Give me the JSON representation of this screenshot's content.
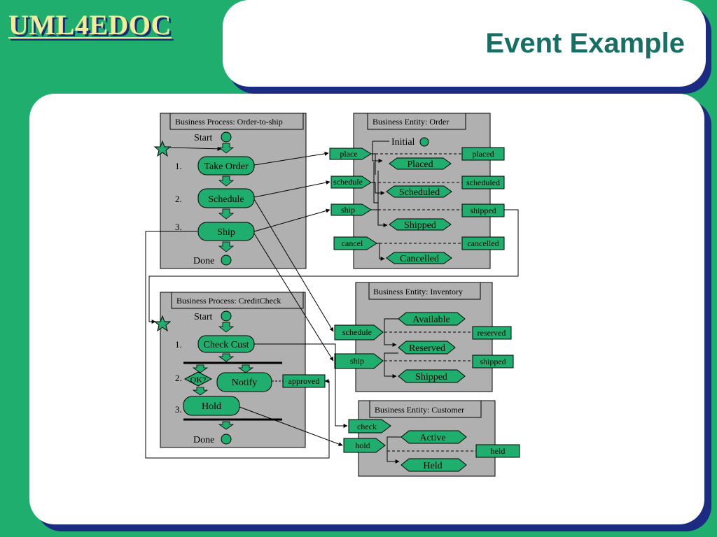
{
  "slide": {
    "logo": "UML4EDOC",
    "title": "Event Example"
  },
  "diagram": {
    "order_to_ship": {
      "title": "Business Process: Order-to-ship",
      "start": "Start",
      "done": "Done",
      "step1_num": "1.",
      "step2_num": "2.",
      "step3_num": "3.",
      "take_order": "Take Order",
      "schedule": "Schedule",
      "ship": "Ship"
    },
    "order": {
      "title": "Business Entity: Order",
      "initial": "Initial",
      "in_place": "place",
      "in_schedule": "schedule",
      "in_ship": "ship",
      "in_cancel": "cancel",
      "state_placed": "Placed",
      "state_scheduled": "Scheduled",
      "state_shipped": "Shipped",
      "state_cancelled": "Cancelled",
      "out_placed": "placed",
      "out_scheduled": "scheduled",
      "out_shipped": "shipped",
      "out_cancelled": "cancelled"
    },
    "credit_check": {
      "title": "Business Process: CreditCheck",
      "start": "Start",
      "done": "Done",
      "step1_num": "1.",
      "step2_num": "2.",
      "step3_num": "3.",
      "check_cust": "Check Cust",
      "ok": "OK?",
      "notify": "Notify",
      "hold": "Hold",
      "approved": "approved"
    },
    "inventory": {
      "title": "Business Entity: Inventory",
      "in_schedule": "schedule",
      "in_ship": "ship",
      "state_available": "Available",
      "state_reserved": "Reserved",
      "state_shipped": "Shipped",
      "out_reserved": "reserved",
      "out_shipped": "shipped"
    },
    "customer": {
      "title": "Business Entity: Customer",
      "in_check": "check",
      "in_hold": "hold",
      "state_active": "Active",
      "state_held": "Held",
      "out_held": "held"
    }
  }
}
